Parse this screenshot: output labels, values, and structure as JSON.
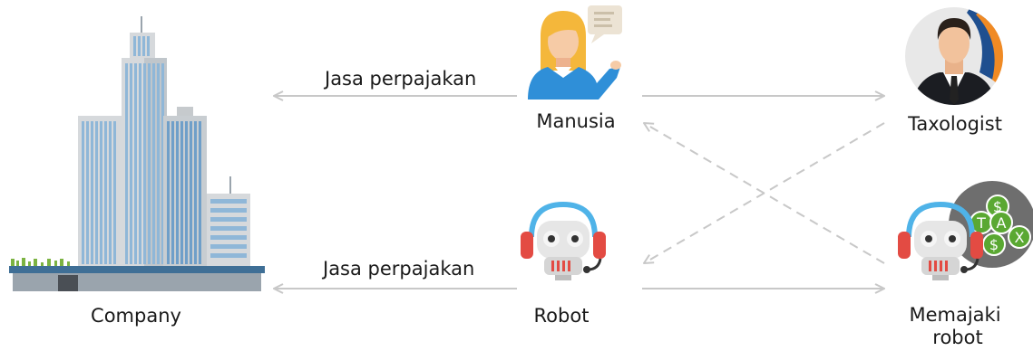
{
  "nodes": {
    "company": {
      "label": "Company"
    },
    "human": {
      "label": "Manusia"
    },
    "robot": {
      "label": "Robot"
    },
    "taxologist": {
      "label": "Taxologist"
    },
    "tax_robot": {
      "label_line1": "Memajaki",
      "label_line2": "robot",
      "tax_text": "TAX",
      "currency_symbol": "$"
    }
  },
  "edges": {
    "human_to_company": {
      "label": "Jasa perpajakan"
    },
    "robot_to_company": {
      "label": "Jasa perpajakan"
    }
  },
  "colors": {
    "arrow": "#c8c8c8",
    "building_light": "#8fb7d8",
    "building_dark": "#4f86b8",
    "building_gray": "#d6d9dc",
    "ground": "#3f6f96",
    "robot_red": "#e34b43",
    "robot_body": "#e8e8e8",
    "headset_blue": "#4fb3e8",
    "coin_green": "#5aa832"
  }
}
